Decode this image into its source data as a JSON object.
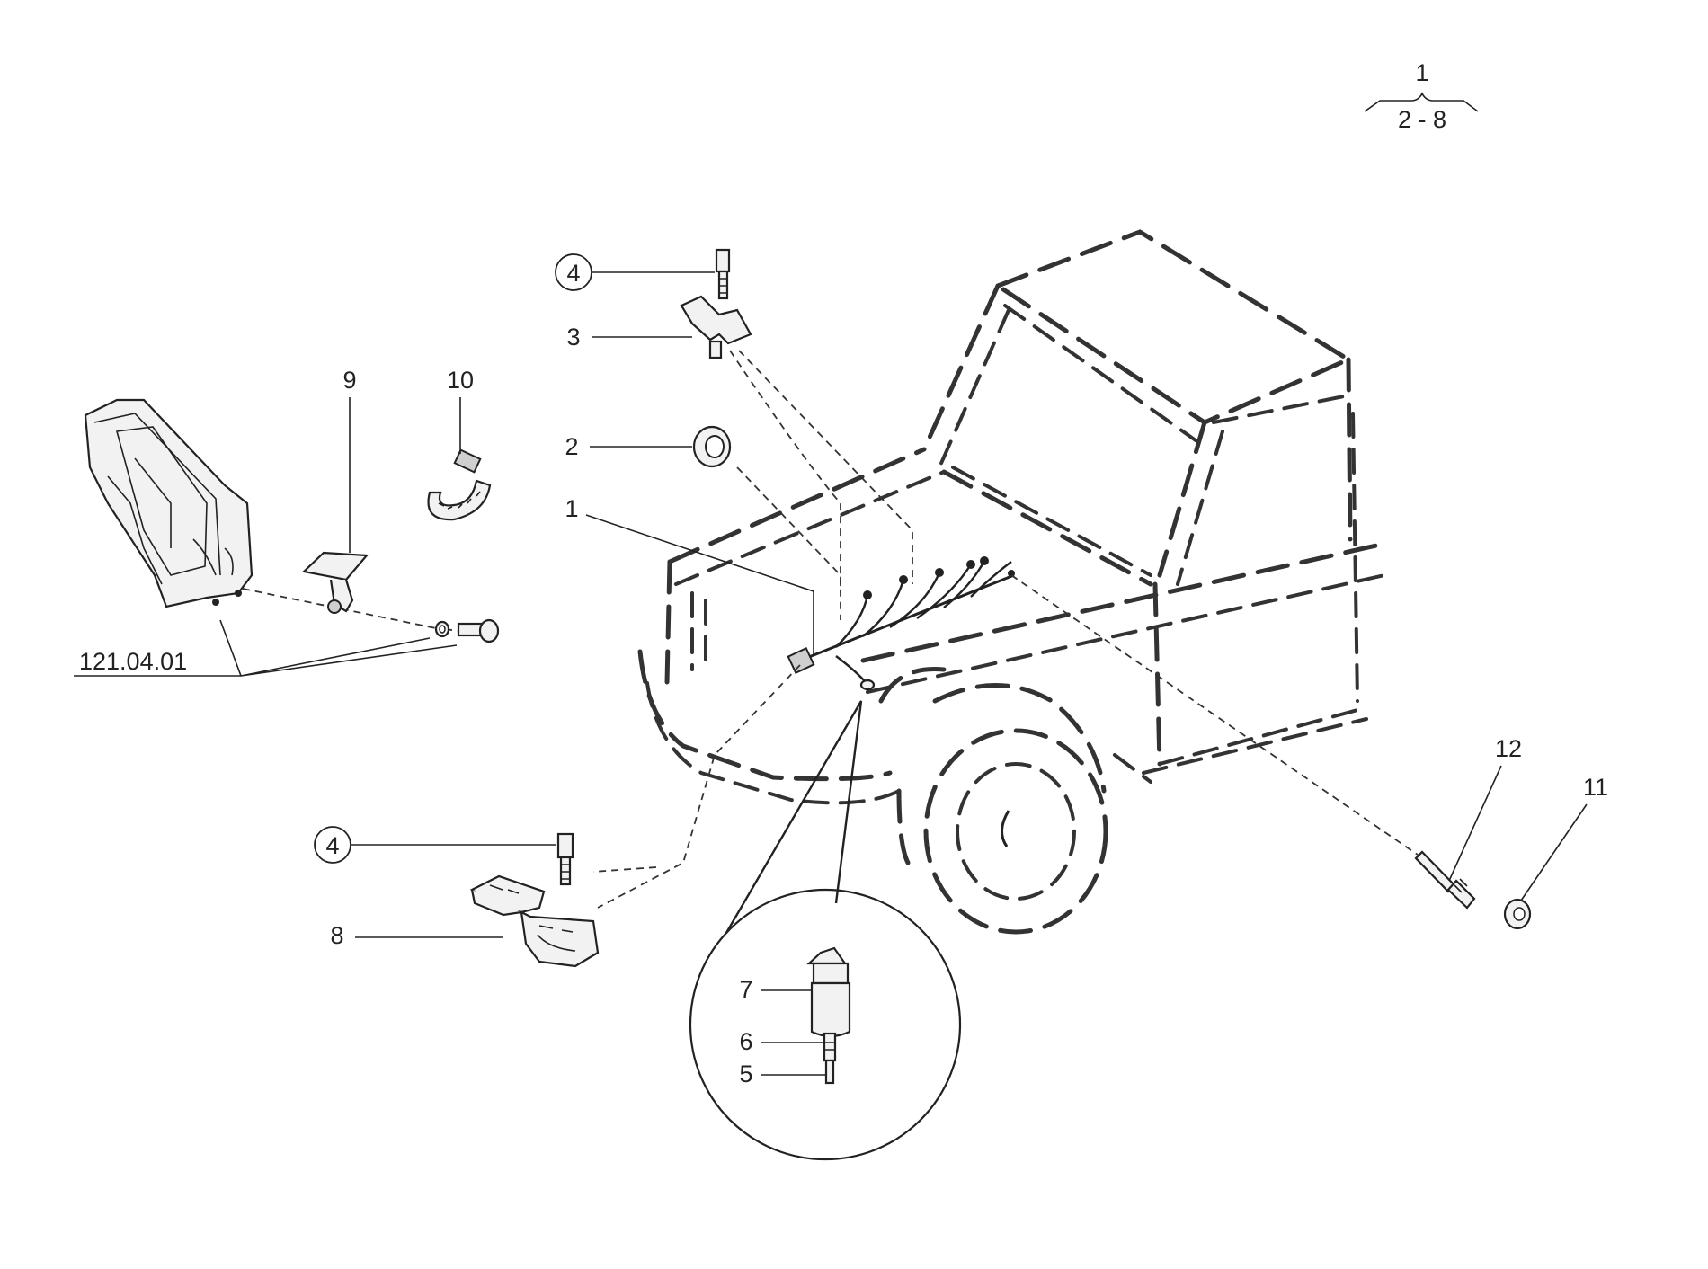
{
  "diagram": {
    "header_top": "1",
    "header_bottom": "2 - 8",
    "reference": "121.04.01",
    "callouts": {
      "c1": "1",
      "c2": "2",
      "c3": "3",
      "c4a": "4",
      "c4b": "4",
      "c5": "5",
      "c6": "6",
      "c7": "7",
      "c8": "8",
      "c9": "9",
      "c10": "10",
      "c11": "11",
      "c12": "12"
    }
  }
}
